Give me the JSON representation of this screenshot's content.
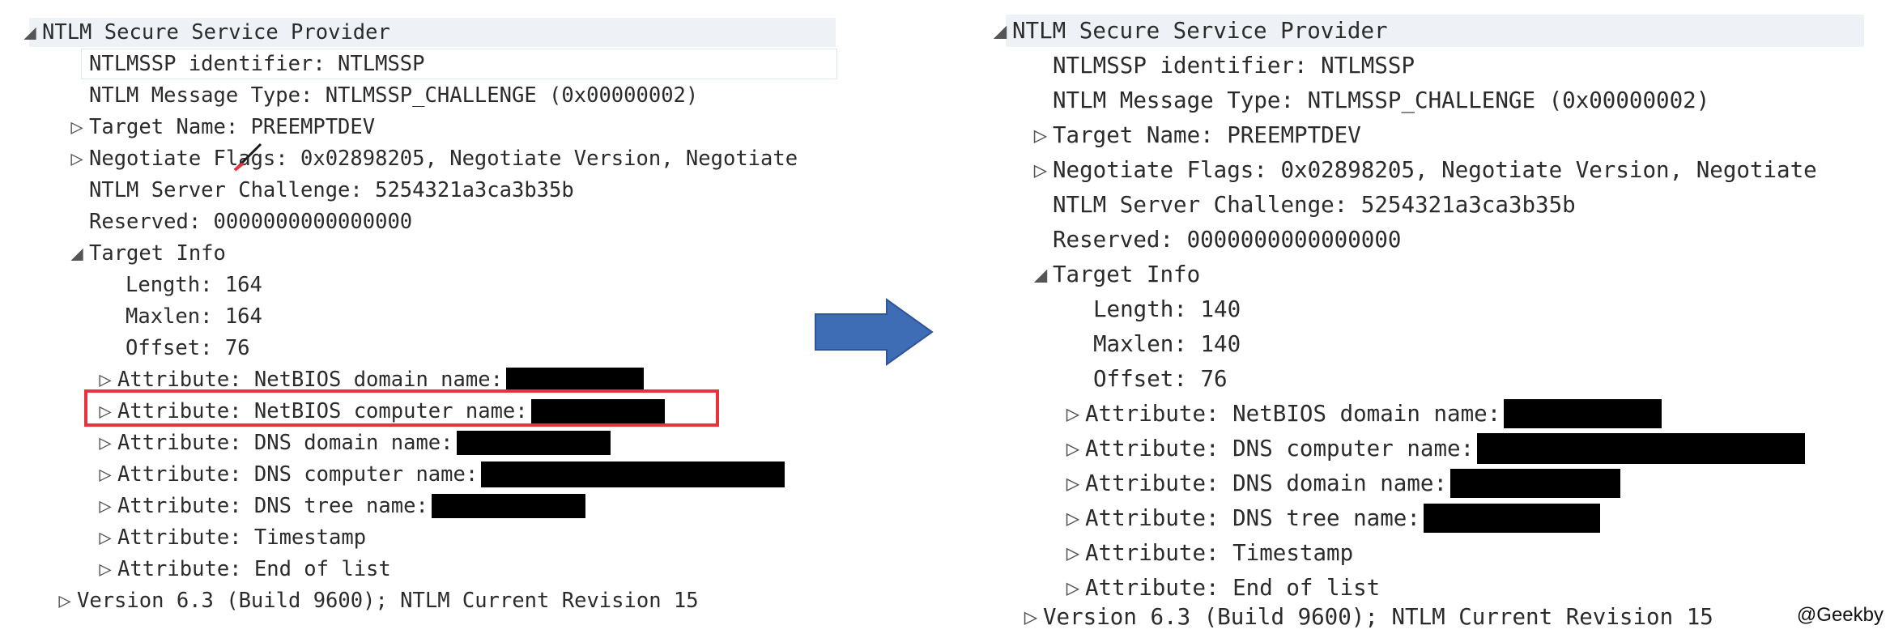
{
  "left": {
    "rows": [
      {
        "expander": "◢",
        "text": "NTLM Secure Service Provider"
      },
      {
        "expander": "",
        "text": "NTLMSSP identifier: NTLMSSP"
      },
      {
        "expander": "",
        "text": "NTLM Message Type: NTLMSSP_CHALLENGE (0x00000002)"
      },
      {
        "expander": "▷",
        "text": "Target Name: PREEMPTDEV"
      },
      {
        "expander": "▷",
        "text": "Negotiate Flags: 0x02898205, Negotiate Version, Negotiate"
      },
      {
        "expander": "",
        "text": "NTLM Server Challenge: 5254321a3ca3b35b"
      },
      {
        "expander": "",
        "text": "Reserved: 0000000000000000"
      },
      {
        "expander": "◢",
        "text": "Target Info"
      },
      {
        "expander": "",
        "text": "Length: 164"
      },
      {
        "expander": "",
        "text": "Maxlen: 164"
      },
      {
        "expander": "",
        "text": "Offset: 76"
      },
      {
        "expander": "▷",
        "text": "Attribute: NetBIOS domain name:"
      },
      {
        "expander": "▷",
        "text": "Attribute: NetBIOS computer name:"
      },
      {
        "expander": "▷",
        "text": "Attribute: DNS domain name:"
      },
      {
        "expander": "▷",
        "text": "Attribute: DNS computer name:"
      },
      {
        "expander": "▷",
        "text": "Attribute: DNS tree name:"
      },
      {
        "expander": "▷",
        "text": "Attribute: Timestamp"
      },
      {
        "expander": "▷",
        "text": "Attribute: End of list"
      },
      {
        "expander": "▷",
        "text": "Version 6.3 (Build 9600); NTLM Current Revision 15"
      }
    ]
  },
  "right": {
    "rows": [
      {
        "expander": "◢",
        "text": "NTLM Secure Service Provider"
      },
      {
        "expander": "",
        "text": "NTLMSSP identifier: NTLMSSP"
      },
      {
        "expander": "",
        "text": "NTLM Message Type: NTLMSSP_CHALLENGE (0x00000002)"
      },
      {
        "expander": "▷",
        "text": "Target Name: PREEMPTDEV"
      },
      {
        "expander": "▷",
        "text": "Negotiate Flags: 0x02898205, Negotiate Version, Negotiate"
      },
      {
        "expander": "",
        "text": "NTLM Server Challenge: 5254321a3ca3b35b"
      },
      {
        "expander": "",
        "text": "Reserved: 0000000000000000"
      },
      {
        "expander": "◢",
        "text": "Target Info"
      },
      {
        "expander": "",
        "text": "Length: 140"
      },
      {
        "expander": "",
        "text": "Maxlen: 140"
      },
      {
        "expander": "",
        "text": "Offset: 76"
      },
      {
        "expander": "▷",
        "text": "Attribute: NetBIOS domain name:"
      },
      {
        "expander": "▷",
        "text": "Attribute: DNS computer name:"
      },
      {
        "expander": "▷",
        "text": "Attribute: DNS domain name:"
      },
      {
        "expander": "▷",
        "text": "Attribute: DNS tree name:"
      },
      {
        "expander": "▷",
        "text": "Attribute: Timestamp"
      },
      {
        "expander": "▷",
        "text": "Attribute: End of list"
      },
      {
        "expander": "▷",
        "text": "Version 6.3 (Build 9600); NTLM Current Revision 15"
      }
    ]
  },
  "colors": {
    "highlight": "#e8323c",
    "arrow": "#3e6db5",
    "redaction": "#000000",
    "header_bg": "#eef2f7"
  },
  "credit": "@Geekby"
}
